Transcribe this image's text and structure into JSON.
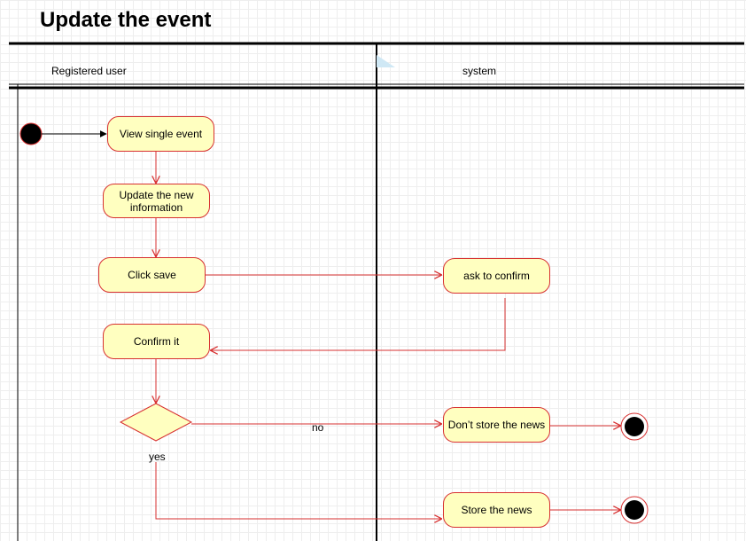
{
  "diagram": {
    "title": "Update the event",
    "lanes": [
      {
        "label": "Registered user"
      },
      {
        "label": "system"
      }
    ],
    "nodes": {
      "view_single_event": "View single event",
      "update_info_line1": "Update the new",
      "update_info_line2": "information",
      "click_save": "Click save",
      "ask_confirm": "ask to confirm",
      "confirm_it": "Confirm it",
      "dont_store": "Don’t store the news",
      "store": "Store the news"
    },
    "edge_labels": {
      "no": "no",
      "yes": "yes"
    },
    "colors": {
      "node_fill": "#ffffc0",
      "node_stroke": "#d73030",
      "initial_fill": "#000000",
      "final_fill": "#000000"
    }
  }
}
